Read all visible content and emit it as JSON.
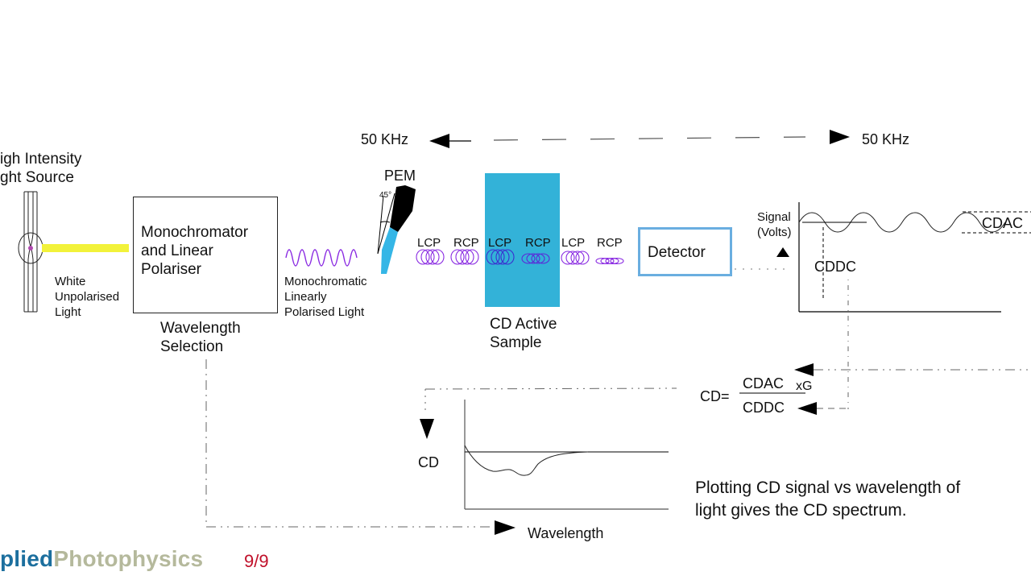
{
  "slide": {
    "brand_part1": "plied",
    "brand_part2": "Photophysics",
    "page_number": "9/9",
    "colors": {
      "brand_blue": "#1c6f9e",
      "brand_grey": "#b5b99c",
      "page_number_red": "#c0102a",
      "sample_fill": "#33b2d8",
      "detector_border": "#6aaee0",
      "light_beam": "#f2f23a",
      "wave_purple": "#8a2be2"
    }
  },
  "modulation": {
    "left_label": "50 KHz",
    "right_label": "50 KHz"
  },
  "source": {
    "title_line1": "igh Intensity",
    "title_line2": "ght Source",
    "beam_label_line1": "White",
    "beam_label_line2": "Unpolarised",
    "beam_label_line3": "Light"
  },
  "monochromator": {
    "box_line1": "Monochromator",
    "box_line2": "and  Linear",
    "box_line3": "Polariser",
    "caption_line1": "Wavelength",
    "caption_line2": "Selection"
  },
  "linear_light": {
    "label_line1": "Monochromatic",
    "label_line2": "Linearly",
    "label_line3": "Polarised Light"
  },
  "pem": {
    "label": "PEM",
    "angle_label": "45°"
  },
  "polarisation_labels": [
    "LCP",
    "RCP",
    "LCP",
    "RCP",
    "LCP",
    "RCP"
  ],
  "sample": {
    "caption_line1": "CD Active",
    "caption_line2": "Sample"
  },
  "detector": {
    "label": "Detector"
  },
  "signal_plot": {
    "ylabel_line1": "Signal",
    "ylabel_line2": "(Volts)",
    "dc_label": "CDDC",
    "ac_label": "CDAC"
  },
  "formula": {
    "lhs": "CD=",
    "numerator": "CDAC",
    "gain": "xG",
    "denominator": "CDDC"
  },
  "spectrum_plot": {
    "ylabel": "CD",
    "xlabel": "Wavelength"
  },
  "caption": {
    "line1": "Plotting CD signal vs wavelength of",
    "line2": "light gives the CD spectrum."
  }
}
